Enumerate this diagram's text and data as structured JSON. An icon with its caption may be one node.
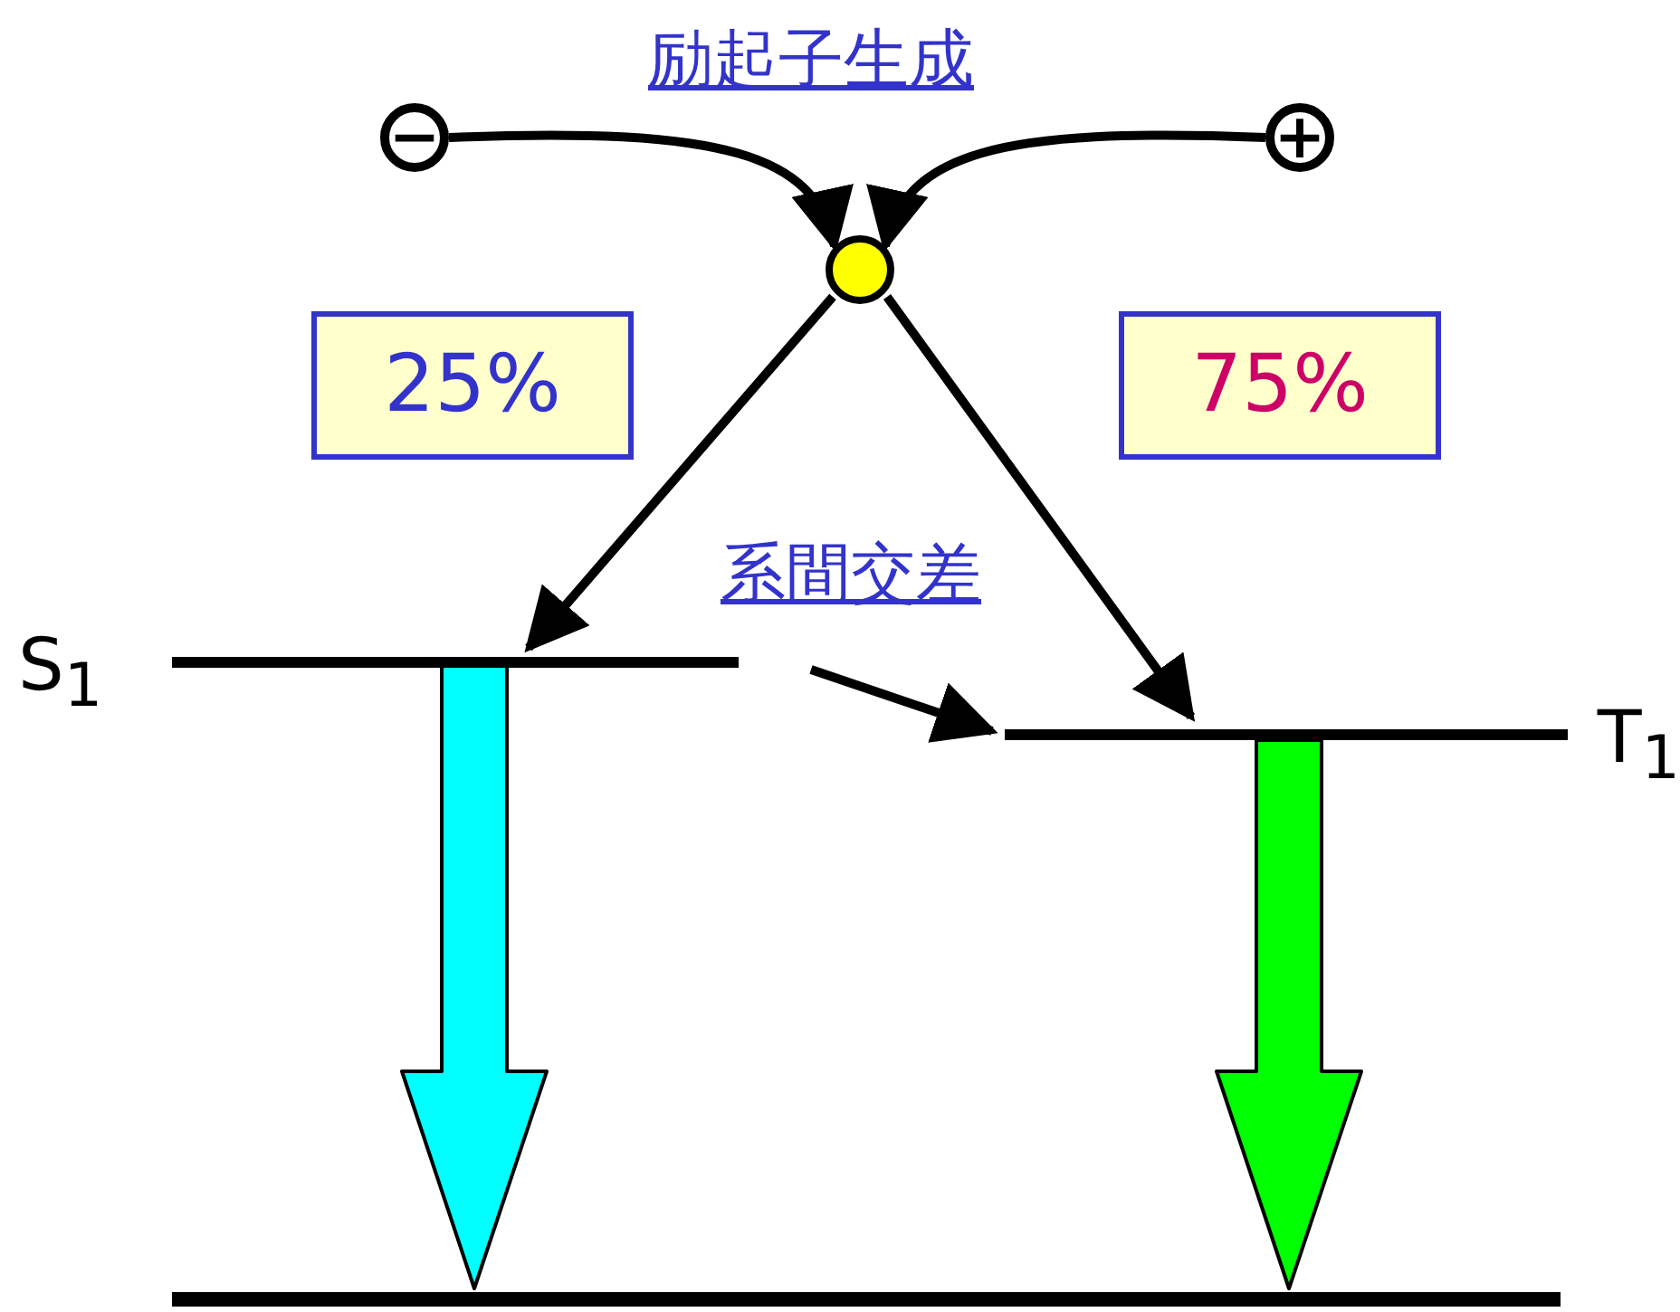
{
  "diagram": {
    "nodes": [
      {
        "text": [
          "−"
        ]
      },
      {
        "text": [
          "+"
        ]
      },
      {
        "text": [],
        "shape": "circle"
      },
      {
        "text": [
          "25%"
        ]
      },
      {
        "text": [
          "75%"
        ]
      },
      {
        "text": [
          "S$_{1}$"
        ]
      },
      {
        "text": [
          "T$_{1}$"
        ]
      },
      {
        "text": [],
        "shape": "bar"
      }
    ],
    "edges": [
      {
        "from": 0,
        "to": 2,
        "arrow": "to"
      },
      {
        "from": 1,
        "to": 2,
        "arrow": "to"
      },
      {
        "from": 2,
        "to": 5,
        "arrow": "to"
      },
      {
        "from": 2,
        "to": 6,
        "arrow": "to"
      },
      {
        "from": 5,
        "to": 6,
        "arrow": "to",
        "label": "系間交差"
      },
      {
        "from": 5,
        "to": 7,
        "arrow": "to",
        "style": "thick",
        "color": "#00ffff"
      },
      {
        "from": 6,
        "to": 7,
        "arrow": "to",
        "style": "thick",
        "color": "#00ff00"
      }
    ],
    "labels": [
      "励起子生成"
    ]
  }
}
